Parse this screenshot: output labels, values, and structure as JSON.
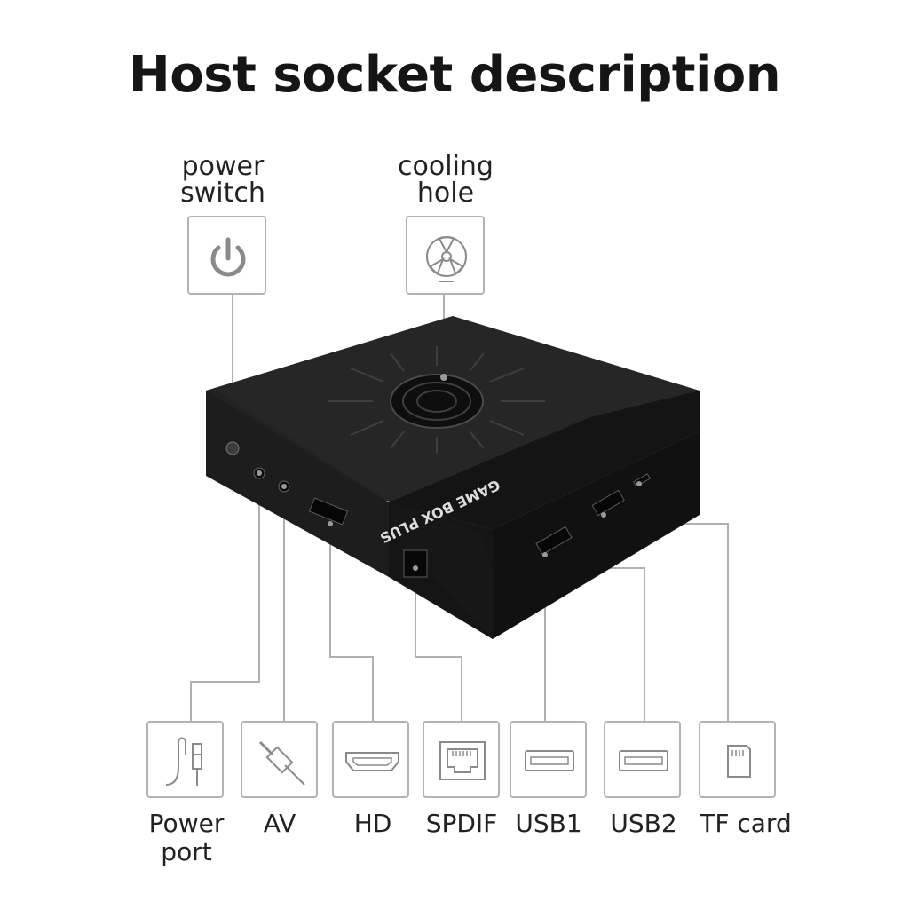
{
  "title": "Host socket description",
  "top_labels": {
    "power_switch": "power\nswitch",
    "cooling_hole": "cooling\nhole"
  },
  "device": {
    "brand_text": "GAME BOX PLUS"
  },
  "ports": [
    {
      "name": "power-port",
      "label": "Power\nport"
    },
    {
      "name": "av",
      "label": "AV"
    },
    {
      "name": "hd",
      "label": "HD"
    },
    {
      "name": "spdif",
      "label": "SPDIF"
    },
    {
      "name": "usb1",
      "label": "USB1"
    },
    {
      "name": "usb2",
      "label": "USB2"
    },
    {
      "name": "tf-card",
      "label": "TF card"
    }
  ],
  "colors": {
    "leader_line": "#b0b0b0",
    "icon_stroke": "#8a8a8a",
    "device_body": "#1b1b1b"
  }
}
